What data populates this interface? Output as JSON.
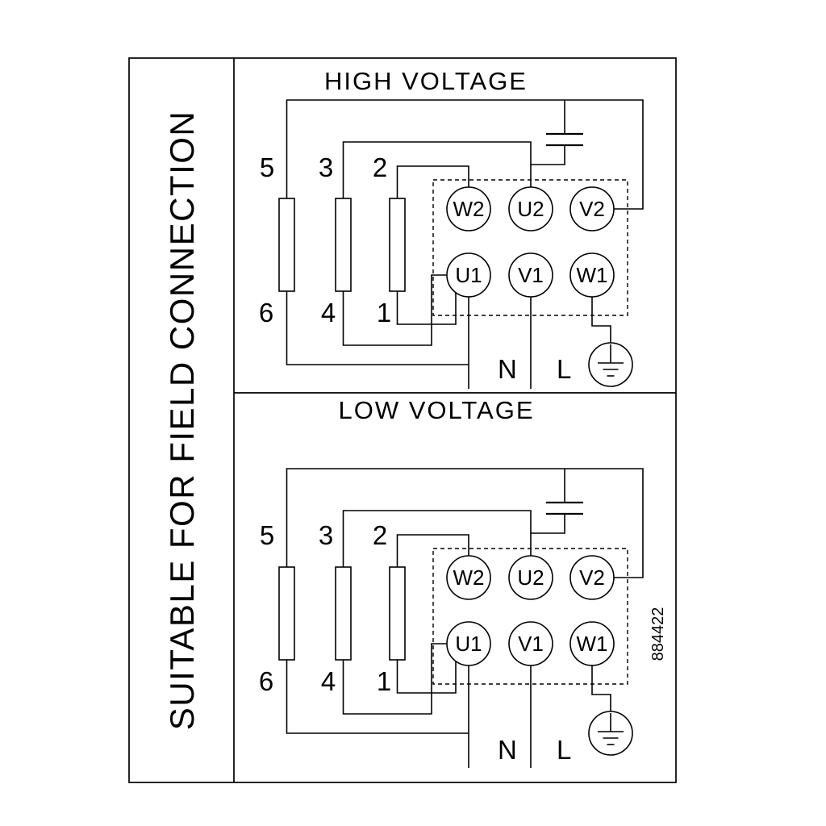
{
  "colors": {
    "ink": "#000000",
    "background": "#ffffff"
  },
  "sidebar": {
    "label": "SUITABLE FOR FIELD CONNECTION"
  },
  "part_number": "884422",
  "high": {
    "title": "HIGH VOLTAGE",
    "pins": {
      "top": [
        "5",
        "3",
        "2"
      ],
      "bottom": [
        "6",
        "4",
        "1"
      ]
    },
    "terminals": {
      "w2": "W2",
      "u2": "U2",
      "v2": "V2",
      "u1": "U1",
      "v1": "V1",
      "w1": "W1"
    },
    "neutral": "N",
    "live": "L"
  },
  "low": {
    "title": "LOW VOLTAGE",
    "pins": {
      "top": [
        "5",
        "3",
        "2"
      ],
      "bottom": [
        "6",
        "4",
        "1"
      ]
    },
    "terminals": {
      "w2": "W2",
      "u2": "U2",
      "v2": "V2",
      "u1": "U1",
      "v1": "V1",
      "w1": "W1"
    },
    "neutral": "N",
    "live": "L"
  }
}
